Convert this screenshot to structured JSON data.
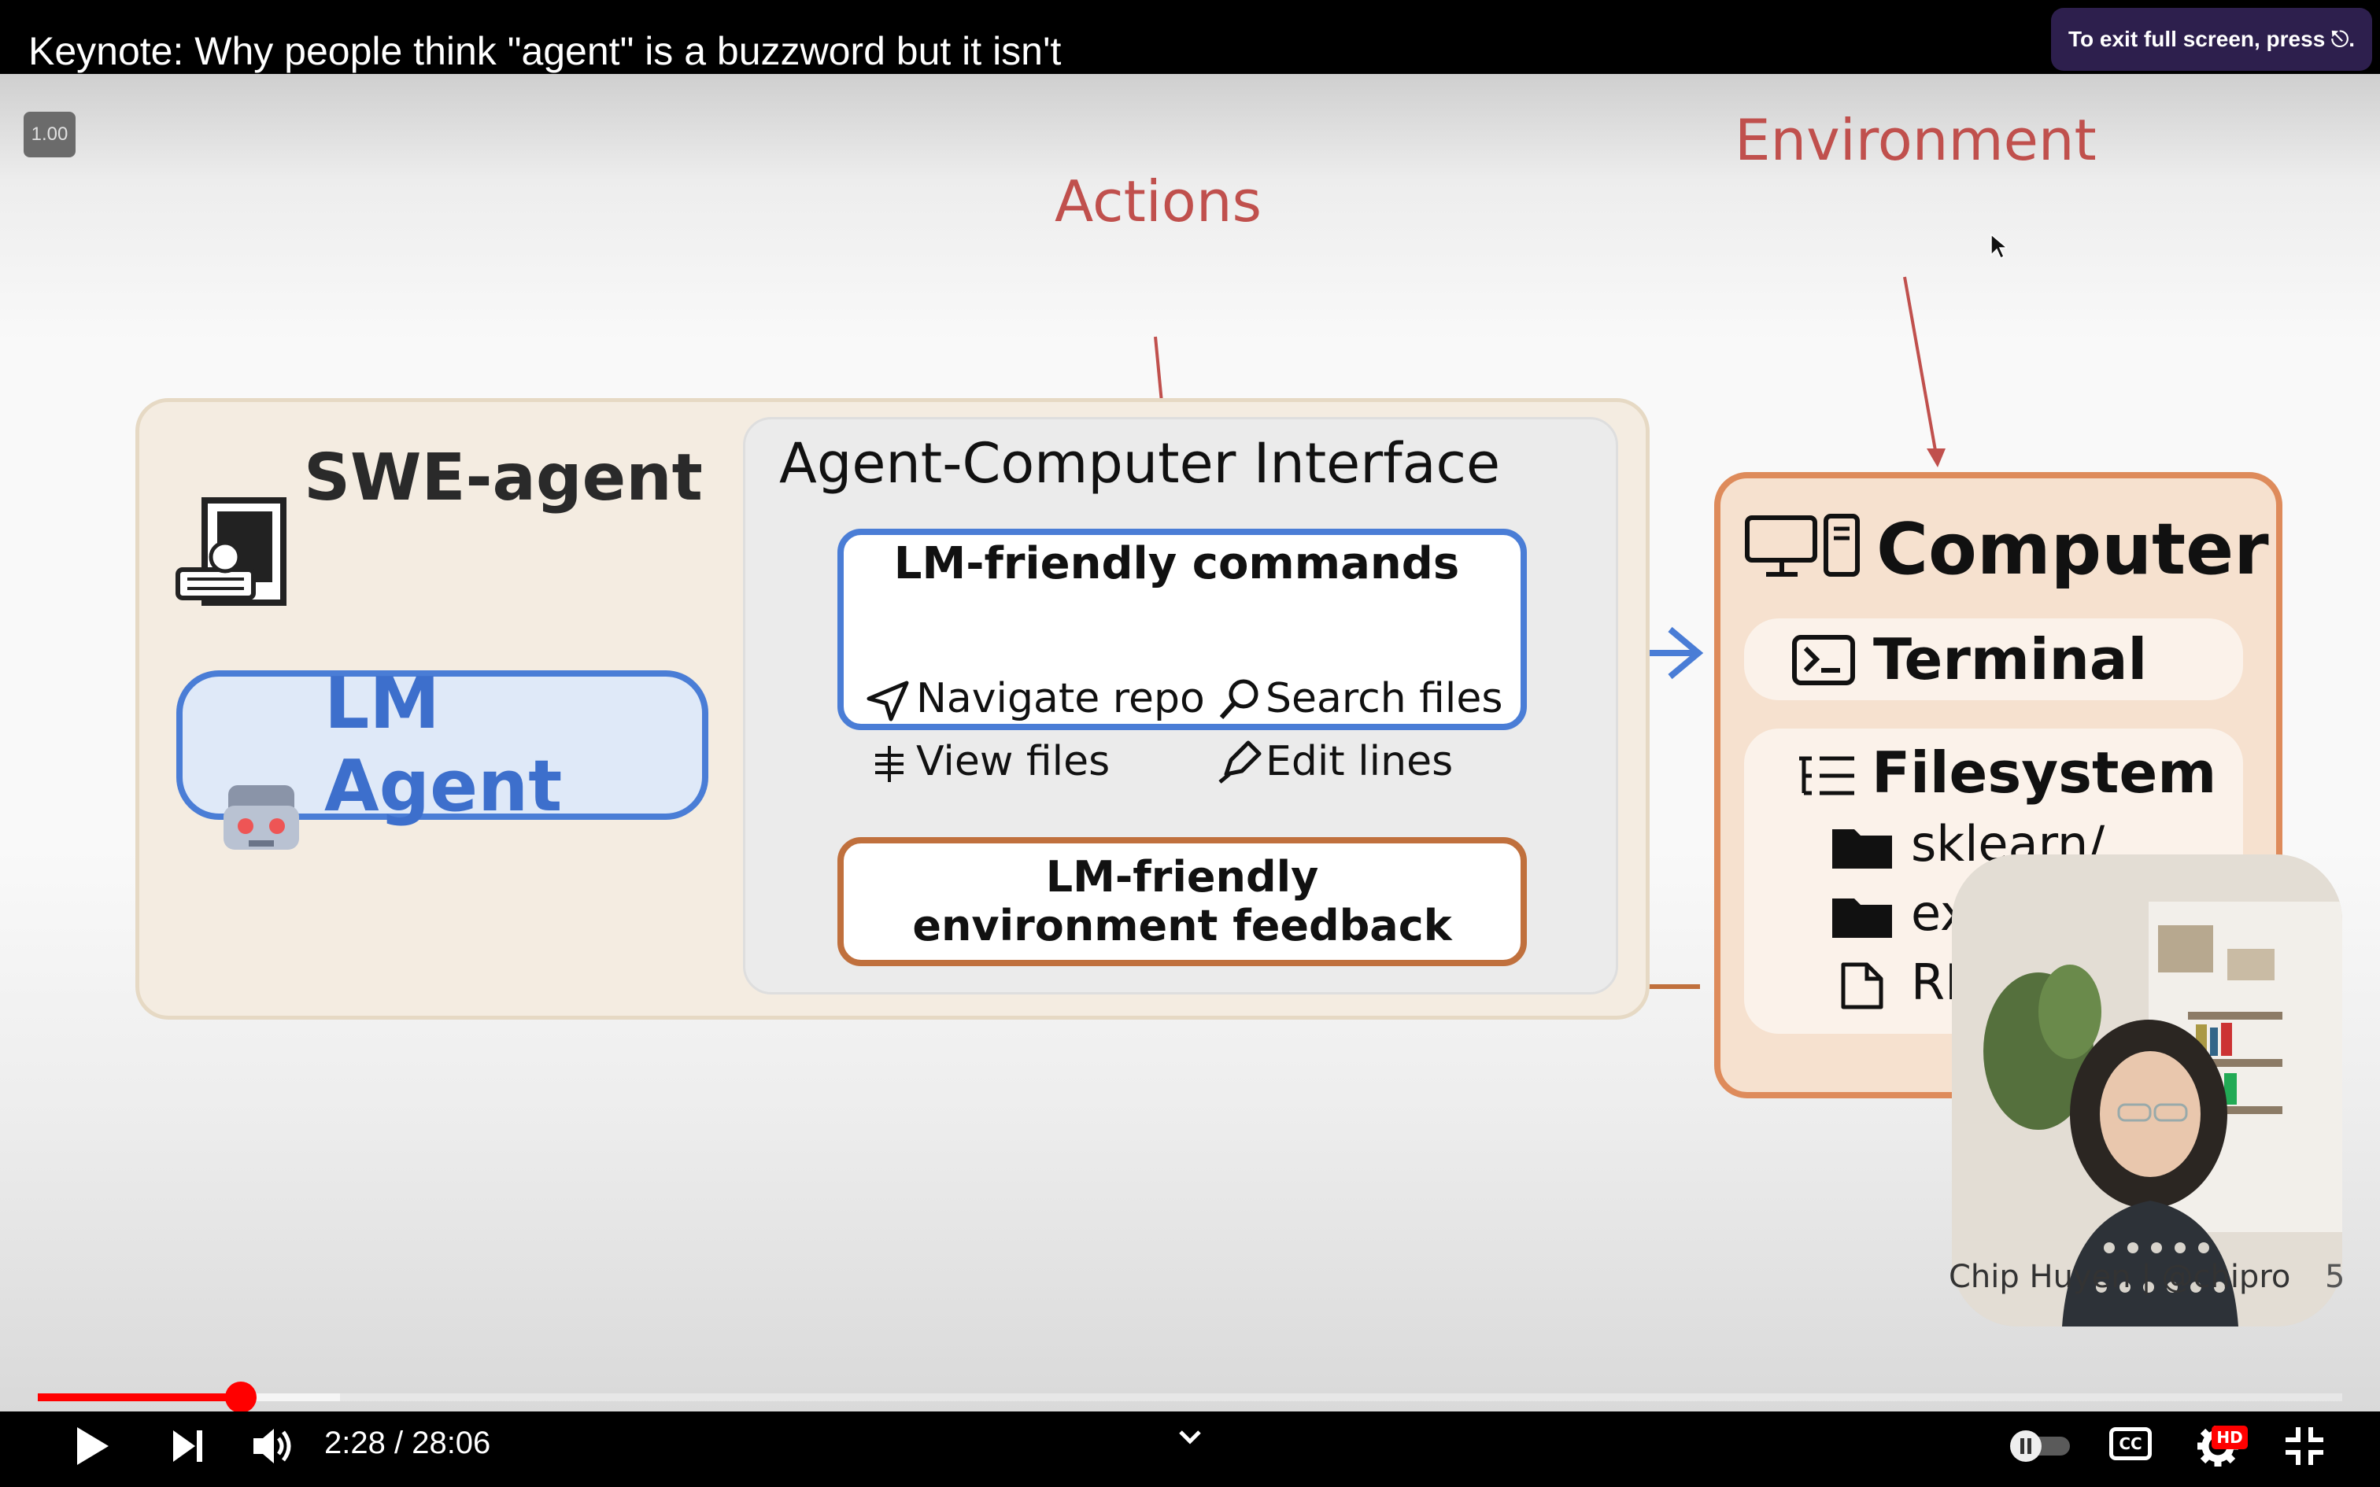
{
  "header": {
    "video_title": "Keynote: Why people think \"agent\" is a buzzword but it isn't",
    "exit_fullscreen_hint": "To exit full screen, press ⎋."
  },
  "overlay": {
    "playback_speed": "1.00"
  },
  "slide": {
    "label_actions": "Actions",
    "label_environment": "Environment",
    "swe_title": "SWE-agent",
    "aci_title": "Agent-Computer Interface",
    "lm_agent": "LM Agent",
    "commands": {
      "title": "LM-friendly commands",
      "items": [
        "Navigate repo",
        "Search files",
        "View files",
        "Edit lines"
      ]
    },
    "feedback": {
      "line1": "LM-friendly",
      "line2": "environment feedback"
    },
    "computer": {
      "title": "Computer",
      "terminal": "Terminal",
      "filesystem": "Filesystem",
      "items": [
        "sklearn/",
        "examples/",
        "RE"
      ]
    },
    "credit": "Chip Huyen | @chipro",
    "slide_number": "5",
    "colors": {
      "actions_red": "#c0504d",
      "agent_blue": "#4a7dd6",
      "feedback_orange": "#c0703d",
      "computer_orange": "#de8b5b"
    }
  },
  "player": {
    "current_time": "2:28",
    "duration": "28:06",
    "time_separator": " / ",
    "progress_fraction": 0.088,
    "buffered_fraction": 0.131,
    "hd_badge": "HD",
    "cc_label": "CC",
    "icons": [
      "play-icon",
      "next-icon",
      "volume-icon",
      "chevron-down-icon",
      "autoplay-toggle",
      "subtitles-icon",
      "settings-icon",
      "exit-fullscreen-icon"
    ]
  }
}
